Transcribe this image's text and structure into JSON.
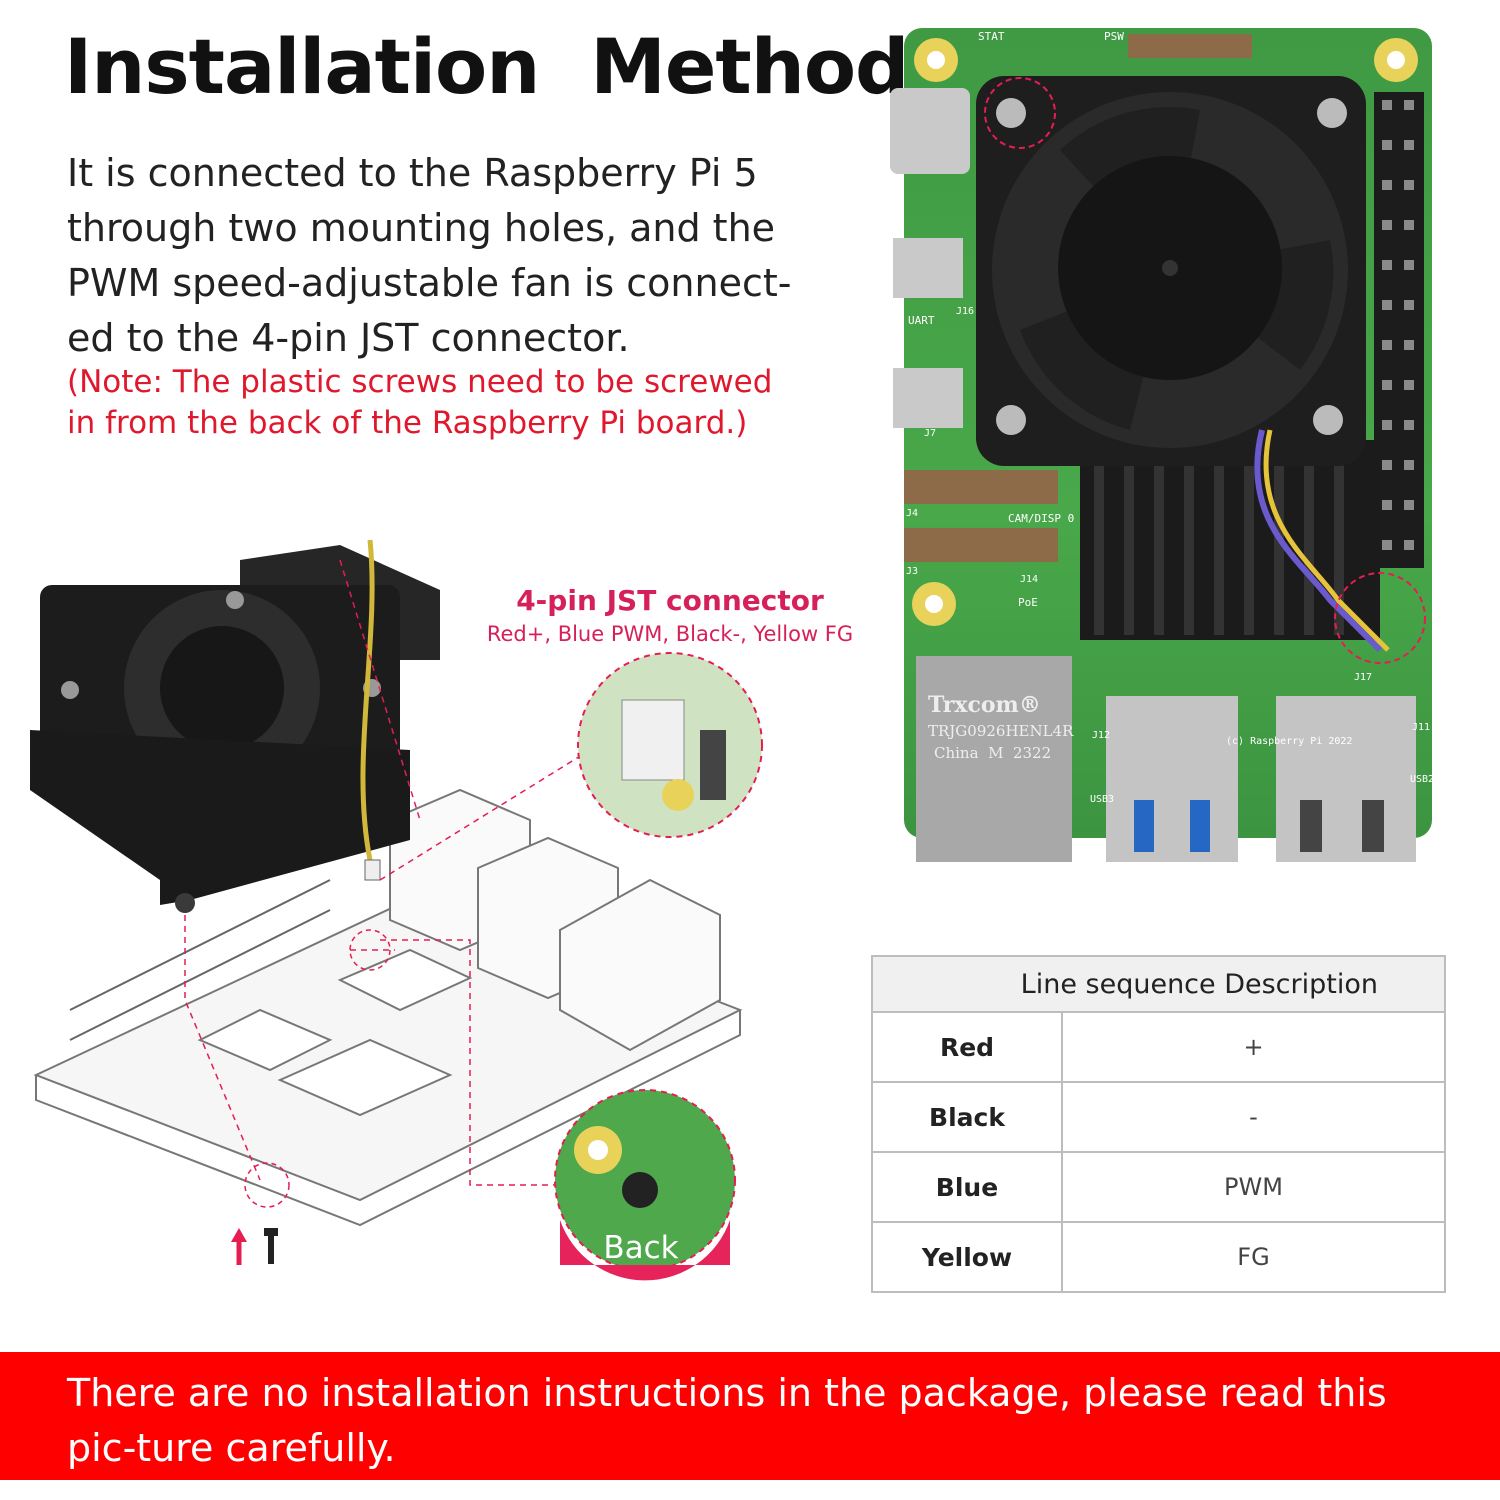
{
  "title": "Installation  Method",
  "intro": "It is connected to the Raspberry Pi 5 through two mounting holes, and the PWM speed-adjustable fan is connect-ed to the 4-pin JST connector.",
  "note": "(Note: The plastic screws need to be screwed in from the back of the Raspberry Pi board.)",
  "connector": {
    "title": "4-pin JST connector",
    "subtitle": "Red+, Blue PWM, Black-, Yellow FG"
  },
  "back_label": "Back",
  "board_labels": {
    "ethernet_brand": "Trxcom®",
    "ethernet_model": "TRJG0926HENL4R",
    "ethernet_origin": "China  M  2322",
    "copyright": "(c) Raspberry Pi 2022",
    "cam_disp": "CAM/DISP 0",
    "stat": "STAT",
    "psw": "PSW",
    "uart": "UART",
    "poe": "PoE",
    "j4": "J4",
    "j3": "J3",
    "j14": "J14",
    "j16": "J16",
    "j7": "J7",
    "j12": "J12",
    "j11": "J11",
    "j17": "J17",
    "usb3": "USB3",
    "usb2": "USB2"
  },
  "table": {
    "header": "Line sequence Description",
    "rows": [
      {
        "color": "Red",
        "desc": "+"
      },
      {
        "color": "Black",
        "desc": "-"
      },
      {
        "color": "Blue",
        "desc": "PWM"
      },
      {
        "color": "Yellow",
        "desc": "FG"
      }
    ]
  },
  "banner": "There are no installation instructions in the package, please read this pic-ture carefully.",
  "colors": {
    "accent_red": "#ff0000",
    "note_red": "#e0182d",
    "connector_pink": "#d6205a",
    "pcb_green": "#46a448"
  }
}
